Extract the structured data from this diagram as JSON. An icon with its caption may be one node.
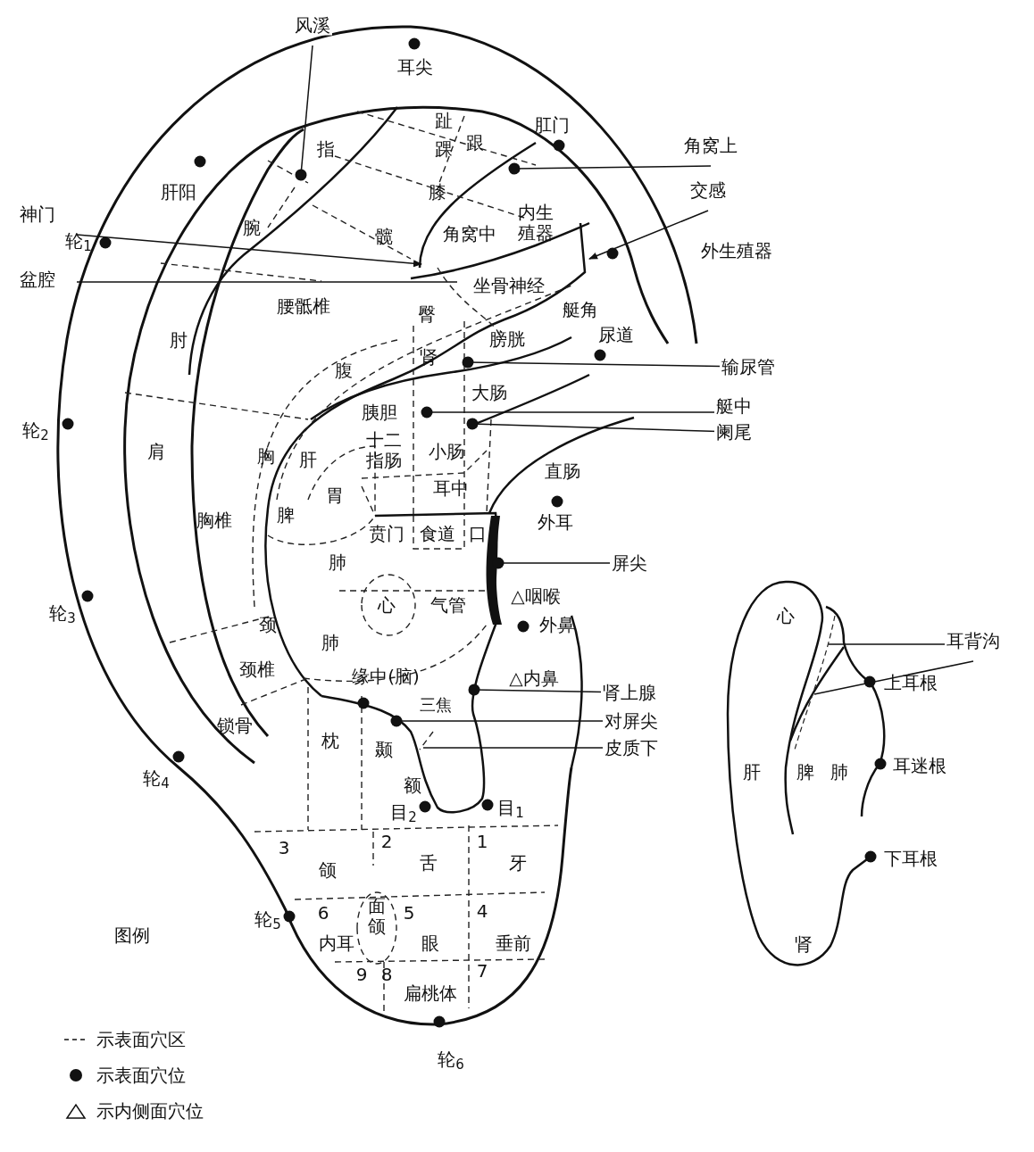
{
  "diagram": {
    "nodes": [
      {
        "text": [
          "风溪"
        ]
      },
      {
        "text": [
          "神门"
        ]
      },
      {
        "text": [
          "盆腔"
        ]
      },
      {
        "text": [
          "角窝上"
        ]
      },
      {
        "text": [
          "交感"
        ]
      },
      {
        "text": [
          "输尿管"
        ]
      },
      {
        "text": [
          "艇中"
        ]
      },
      {
        "text": [
          "阑尾"
        ]
      },
      {
        "text": [
          "屏尖"
        ]
      },
      {
        "text": [
          "肾上腺"
        ]
      },
      {
        "text": [
          "对屏尖"
        ]
      },
      {
        "text": [
          "皮质下"
        ]
      },
      {
        "text": [
          "耳背沟"
        ]
      }
    ],
    "edges": [
      {
        "from": 0,
        "to": null,
        "arrow": "other"
      },
      {
        "from": 1,
        "to": null,
        "arrow": "to"
      },
      {
        "from": 2,
        "to": null,
        "arrow": "none"
      },
      {
        "from": 3,
        "to": null,
        "arrow": "other"
      },
      {
        "from": 4,
        "to": null,
        "arrow": "to"
      },
      {
        "from": 5,
        "to": null,
        "arrow": "other"
      },
      {
        "from": 6,
        "to": null,
        "arrow": "other"
      },
      {
        "from": 7,
        "to": null,
        "arrow": "other"
      },
      {
        "from": 8,
        "to": null,
        "arrow": "other"
      },
      {
        "from": 9,
        "to": null,
        "arrow": "other"
      },
      {
        "from": 10,
        "to": null,
        "arrow": "other"
      },
      {
        "from": 11,
        "to": null,
        "arrow": "none"
      },
      {
        "from": 12,
        "to": null,
        "arrow": "none"
      },
      {
        "from": 12,
        "to": null,
        "arrow": "none"
      }
    ],
    "labels": [
      "耳尖",
      "趾",
      "肛门",
      "指",
      "踝",
      "跟",
      "肝阳",
      "膝",
      "内生殖器",
      "腕",
      "髋",
      "角窝中",
      "轮$_{1}$",
      "外生殖器",
      "腰骶椎",
      "臀",
      "坐骨神经",
      "艇角",
      "肘",
      "膀胱",
      "尿道",
      "腹",
      "肾",
      "胰胆",
      "大肠",
      "轮$_{2}$",
      "肩",
      "胸",
      "肝",
      "十二指肠",
      "小肠",
      "直肠",
      "胃",
      "耳中",
      "胸椎",
      "脾",
      "贲门",
      "食道",
      "口",
      "外耳",
      "肺",
      "△咽喉",
      "心",
      "气管",
      "轮$_{3}$",
      "颈",
      "外鼻",
      "肺",
      "颈椎",
      "缘中(脑)",
      "△内鼻",
      "锁骨",
      "三焦",
      "枕",
      "颞",
      "轮$_{4}$",
      "额",
      "目$_{2}$",
      "目$_{1}$",
      "3",
      "2",
      "1",
      "颌",
      "舌",
      "牙",
      "轮$_{5}$",
      "6",
      "面颌",
      "5",
      "4",
      "图例",
      "内耳",
      "眼",
      "垂前",
      "9",
      "8",
      "7",
      "扁桃体",
      "轮$_{6}$",
      "心",
      "上耳根",
      "肝",
      "脾",
      "肺",
      "耳迷根",
      "下耳根",
      "肾"
    ],
    "legend": [
      {
        "text": "示表面穴区"
      },
      {
        "text": "示表面穴位"
      },
      {
        "text": "示内侧面穴位"
      }
    ]
  }
}
